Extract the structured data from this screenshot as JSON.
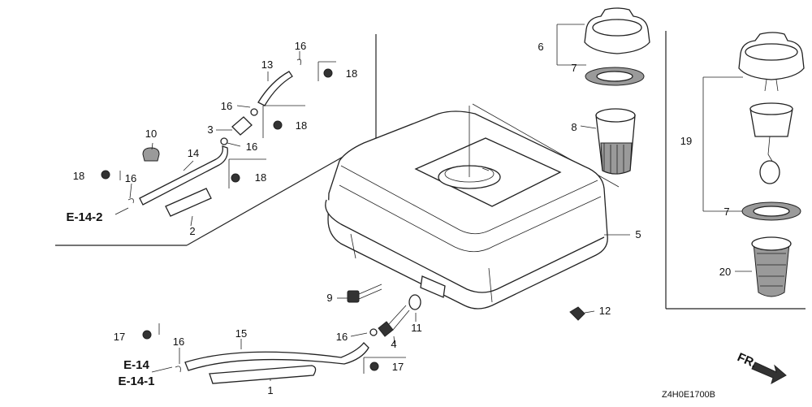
{
  "callouts": {
    "c1": "1",
    "c2": "2",
    "c3": "3",
    "c4": "4",
    "c5": "5",
    "c6": "6",
    "c7a": "7",
    "c7b": "7",
    "c8": "8",
    "c9": "9",
    "c10": "10",
    "c11": "11",
    "c12": "12",
    "c13": "13",
    "c14": "14",
    "c15": "15",
    "c16a": "16",
    "c16b": "16",
    "c16c": "16",
    "c16d": "16",
    "c16e": "16",
    "c16f": "16",
    "c17a": "17",
    "c17b": "17",
    "c18a": "18",
    "c18b": "18",
    "c18c": "18",
    "c18d": "18",
    "c19": "19",
    "c20": "20"
  },
  "references": {
    "e14_2": "E-14-2",
    "e14": "E-14",
    "e14_1": "E-14-1"
  },
  "direction_label": "FR.",
  "diagram_code": "Z4H0E1700B"
}
